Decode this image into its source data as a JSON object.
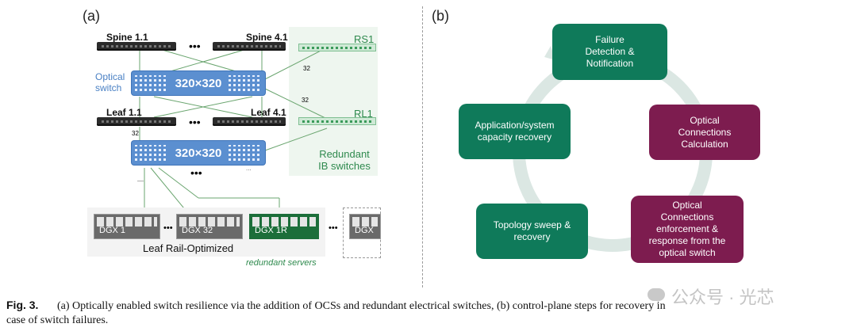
{
  "panel_a": {
    "label": "(a)",
    "spine_left": "Spine 1.1",
    "spine_right": "Spine 4.1",
    "rs": "RS1",
    "ellipsis": "•••",
    "optical_switch_label_line1": "Optical",
    "optical_switch_label_line2": "switch",
    "ocs_top": "320×320",
    "ocs_bottom": "320×320",
    "link_32_a": "32",
    "link_32_b": "32",
    "link_32_c": "32",
    "leaf_left": "Leaf 1.1",
    "leaf_right": "Leaf 4.1",
    "rl": "RL1",
    "redundant_line1": "Redundant",
    "redundant_line2": "IB switches",
    "small_dots": "...",
    "small_dash": "—",
    "dgx1": "DGX 1",
    "dgx32": "DGX 32",
    "dgx1r": "DGX 1R",
    "dgx": "DGX",
    "dgx_ellipsis_1": "•••",
    "dgx_ellipsis_2": "•••",
    "leaf_rail": "Leaf Rail-Optimized",
    "redundant_servers": "redundant servers"
  },
  "panel_b": {
    "label": "(b)",
    "steps": [
      {
        "line1": "Failure",
        "line2": "Detection &",
        "line3": "Notification"
      },
      {
        "line1": "Optical",
        "line2": "Connections",
        "line3": "Calculation"
      },
      {
        "line1": "Optical",
        "line2": "Connections",
        "line3": "enforcement &",
        "line4": "response from the",
        "line5": "optical switch"
      },
      {
        "line1": "Topology sweep &",
        "line2": "recovery"
      },
      {
        "line1": "Application/system",
        "line2": "capacity recovery"
      }
    ]
  },
  "watermark": "公众号 · 光芯",
  "caption": {
    "fig": "Fig. 3.",
    "line1": "(a) Optically enabled switch resilience via the addition of OCSs and redundant electrical switches, (b) control-plane steps for recovery in",
    "line2": "case of switch failures."
  },
  "colors": {
    "green": "#0f7a5a",
    "purple": "#7d1c4f",
    "ocs_blue": "#5b8fd0",
    "redundant_green": "#2f8a4e"
  }
}
